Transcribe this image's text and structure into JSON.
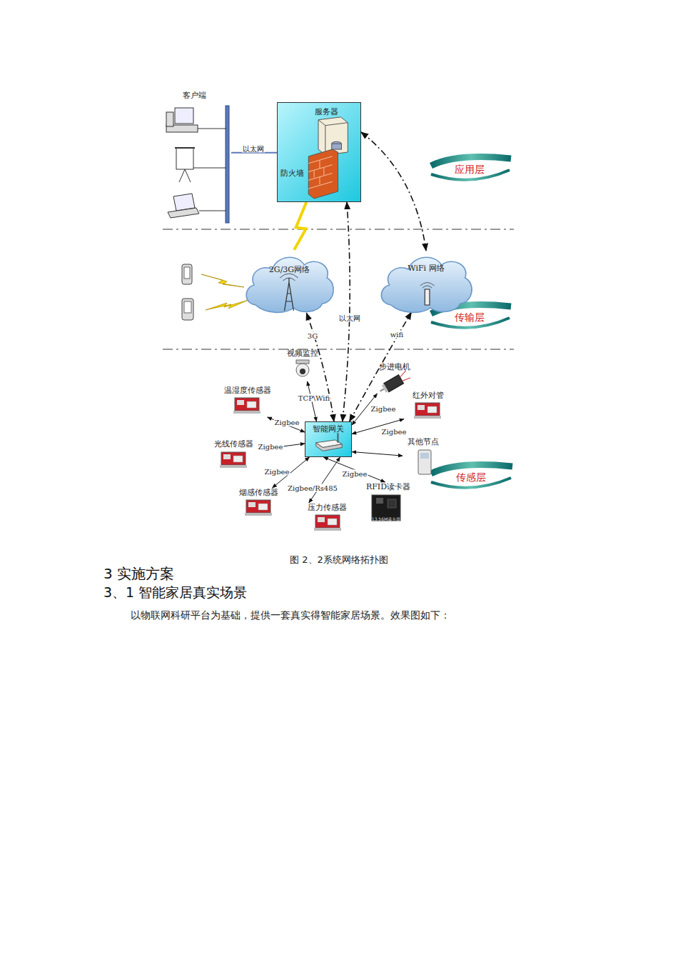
{
  "diagram": {
    "caption": "图 2、2系统网络拓扑图",
    "nodes": [
      {
        "text": [
          "客户端"
        ]
      },
      {
        "text": [
          "服务器",
          "防火墙"
        ]
      },
      {
        "text": [
          "2G/3G网络"
        ]
      },
      {
        "text": [
          "WiFi 网络"
        ]
      },
      {
        "text": [
          "视频监控"
        ]
      },
      {
        "text": [
          "步进电机"
        ]
      },
      {
        "text": [
          "温湿度传感器"
        ]
      },
      {
        "text": [
          "红外对管"
        ]
      },
      {
        "text": [
          "智能网关"
        ]
      },
      {
        "text": [
          "光线传感器"
        ]
      },
      {
        "text": [
          "其他节点"
        ]
      },
      {
        "text": [
          "烟感传感器"
        ]
      },
      {
        "text": [
          "RFID读卡器"
        ]
      },
      {
        "text": [
          "压力传感器"
        ]
      }
    ],
    "edges": [
      {
        "from": 0,
        "to": 1,
        "label": "以太网",
        "arrow": "none"
      },
      {
        "from": 2,
        "to": 1,
        "arrow": "none"
      },
      {
        "from": 1,
        "to": 3,
        "arrow": "both"
      },
      {
        "from": 8,
        "to": 2,
        "label": "3G",
        "arrow": "both"
      },
      {
        "from": 8,
        "to": 1,
        "label": "以太网",
        "arrow": "both"
      },
      {
        "from": 8,
        "to": 3,
        "label": "wifi",
        "arrow": "both"
      },
      {
        "from": 8,
        "to": 4,
        "label": "TCP\\Wifi",
        "arrow": "both"
      },
      {
        "from": 8,
        "to": 5,
        "label": "Zigbee",
        "arrow": "both"
      },
      {
        "from": 8,
        "to": 6,
        "label": "Zigbee",
        "arrow": "both"
      },
      {
        "from": 8,
        "to": 7,
        "label": "Zigbee",
        "arrow": "both"
      },
      {
        "from": 8,
        "to": 9,
        "label": "Zigbee",
        "arrow": "both"
      },
      {
        "from": 8,
        "to": 10,
        "arrow": "both"
      },
      {
        "from": 8,
        "to": 11,
        "label": "Zigbee",
        "arrow": "both"
      },
      {
        "from": 8,
        "to": 12,
        "label": "Zigbee/Rs485",
        "arrow": "both"
      },
      {
        "from": 8,
        "to": 13,
        "label": "Zigbee",
        "arrow": "both"
      }
    ],
    "labels": [
      "应用层",
      "传输层",
      "传感层",
      "13.56M读卡器",
      "3 实施方案",
      "3、1 智能家居真实场景",
      "以物联网科研平台为基础，提供一套真实得智能家居场景。效果图如下："
    ]
  }
}
